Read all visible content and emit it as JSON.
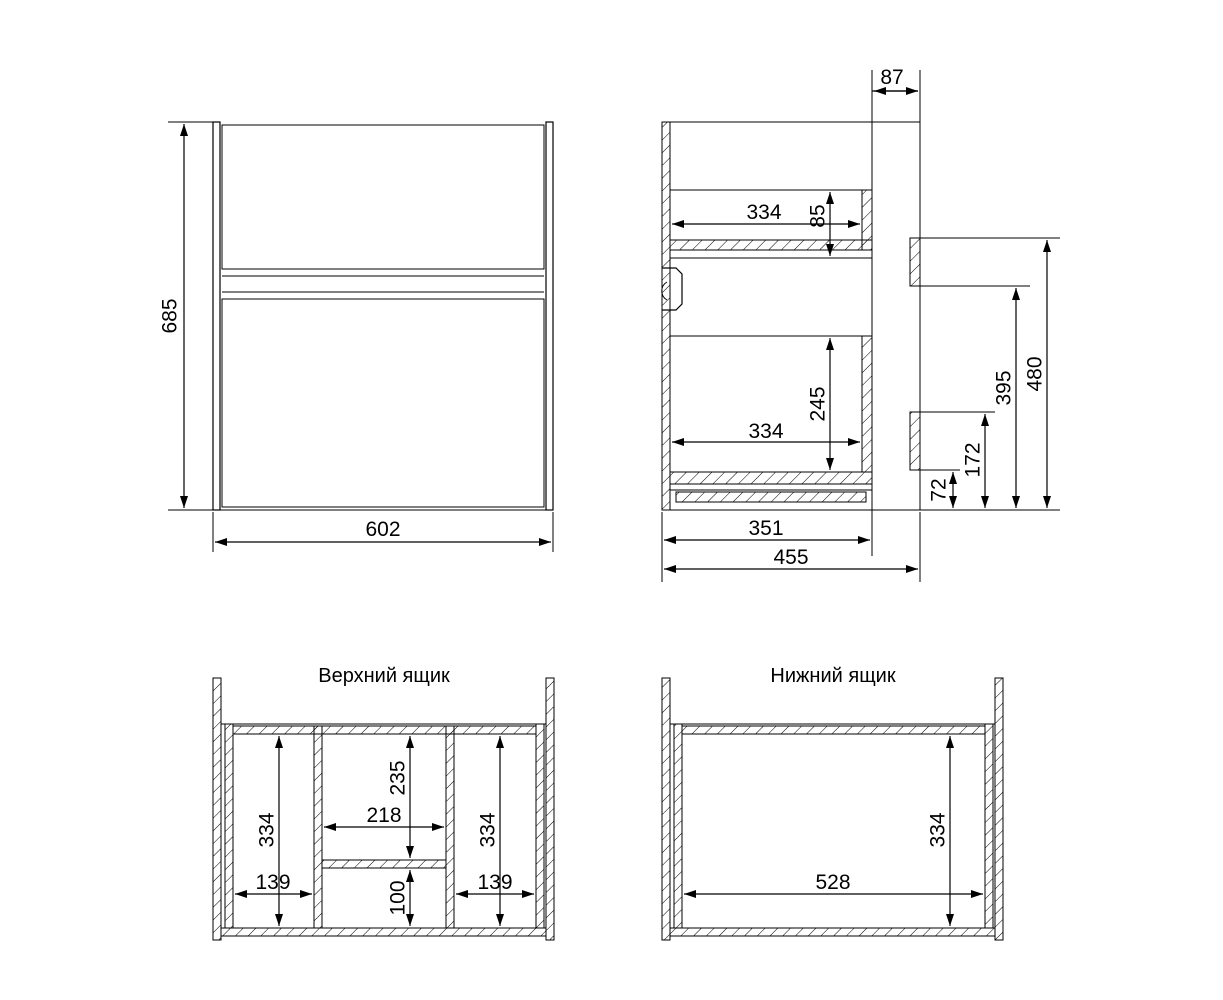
{
  "front_view": {
    "height": "685",
    "width": "602"
  },
  "side_view": {
    "top_offset": "87",
    "upper_drawer_depth": "334",
    "upper_drawer_height": "85",
    "lower_drawer_depth": "334",
    "lower_drawer_height": "245",
    "body_depth": "351",
    "total_depth": "455",
    "mount_480": "480",
    "mount_395": "395",
    "mount_172": "172",
    "mount_72": "72"
  },
  "upper_drawer": {
    "title": "Верхний ящик",
    "left_depth": "334",
    "left_width": "139",
    "center_height": "235",
    "center_width": "218",
    "center_low_height": "100",
    "right_depth": "334",
    "right_width": "139"
  },
  "lower_drawer": {
    "title": "Нижний ящик",
    "depth": "334",
    "width": "528"
  }
}
